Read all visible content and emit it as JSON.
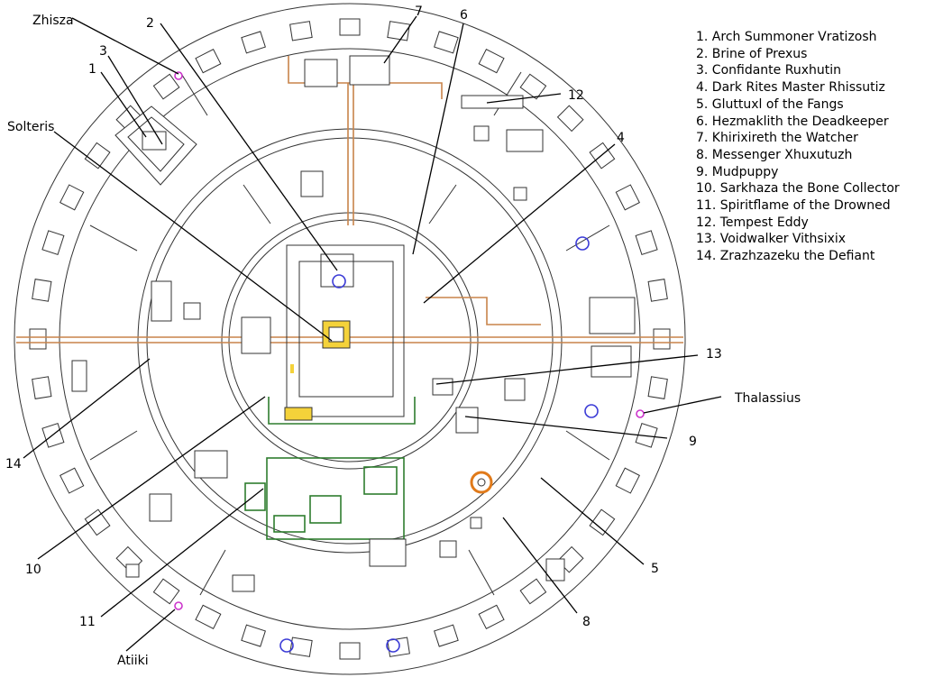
{
  "legend": [
    "1.  Arch Summoner Vratizosh",
    "2.  Brine of Prexus",
    "3.  Confidante Ruxhutin",
    "4.  Dark Rites Master Rhissutiz",
    "5.  Gluttuxl of the Fangs",
    "6.  Hezmaklith the Deadkeeper",
    "7.  Khirixireth the Watcher",
    "8.  Messenger Xhuxutuzh",
    "9.  Mudpuppy",
    "10.  Sarkhaza the Bone Collector",
    "11.  Spiritflame of the Drowned",
    "12.  Tempest Eddy",
    "13.  Voidwalker Vithsixix",
    "14.  Zrazhzazeku the Defiant"
  ],
  "labels": {
    "zhisza": "Zhisza",
    "solteris": "Solteris",
    "thalassius": "Thalassius",
    "atiiki": "Atiiki",
    "n1": "1",
    "n2": "2",
    "n3": "3",
    "n4": "4",
    "n5": "5",
    "n6": "6",
    "n7": "7",
    "n8": "8",
    "n9": "9",
    "n10": "10",
    "n11": "11",
    "n12": "12",
    "n13": "13",
    "n14": "14"
  },
  "colors": {
    "walls": "#333333",
    "roads": "#c8844a",
    "garden": "#2e7d2e",
    "portal": "#3b3bd6",
    "marker": "#cc33cc",
    "fire": "#e07a1a"
  }
}
